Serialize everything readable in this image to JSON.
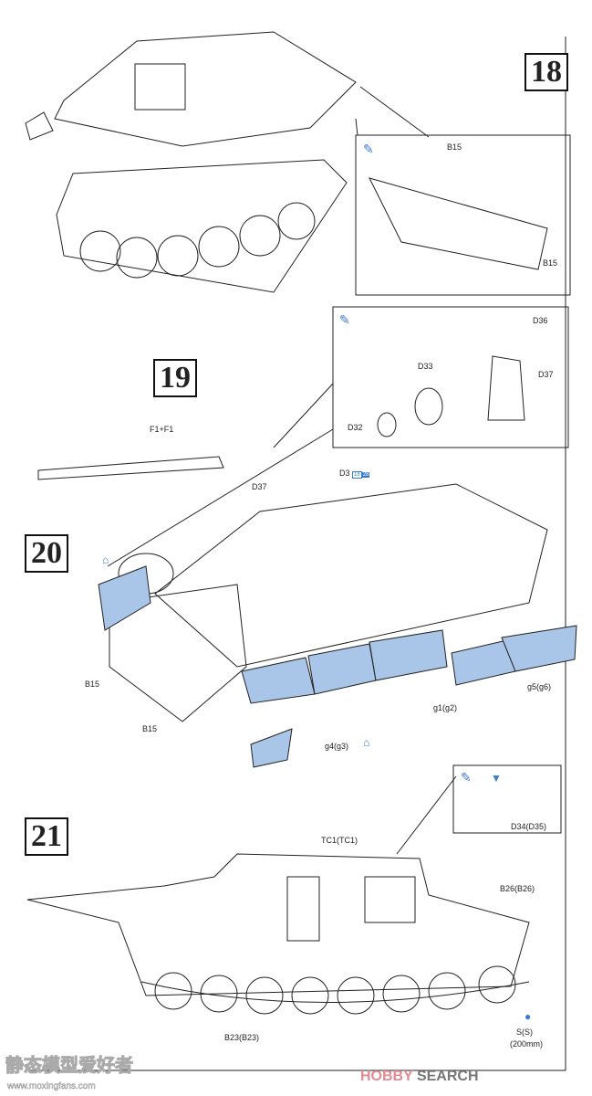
{
  "steps": [
    "18",
    "19",
    "20",
    "21"
  ],
  "labels": {
    "s18_b15_top": "B15",
    "s18_b15_bottom": "B15",
    "s19_d36": "D36",
    "s19_d33": "D33",
    "s19_d37": "D37",
    "s19_d32": "D32",
    "s19_f1": "F1+F1",
    "s20_d3": "D3",
    "s20_d3_ref1": "18",
    "s20_d3_ref2": "28",
    "s20_d37": "D37",
    "s20_b15_a": "B15",
    "s20_b15_b": "B15",
    "s20_g1": "g1(g2)",
    "s20_g5": "g5(g6)",
    "s20_g4": "g4(g3)",
    "s21_tc1": "TC1(TC1)",
    "s21_d34": "D34(D35)",
    "s21_b26": "B26(B26)",
    "s21_b23": "B23(B23)",
    "s21_s": "S(S)",
    "s21_s_len": "(200mm)"
  },
  "icons": [
    "glue-icon",
    "cement-icon",
    "paint-icon"
  ],
  "colors": {
    "accent": "#3a7bd5",
    "panel": "#a9c6e8",
    "line": "#222222"
  },
  "watermark": {
    "cn": "静态模型爱好者",
    "url": "www.moxingfans.com",
    "brand_a": "HOBBY",
    "brand_b": "SEARCH"
  }
}
